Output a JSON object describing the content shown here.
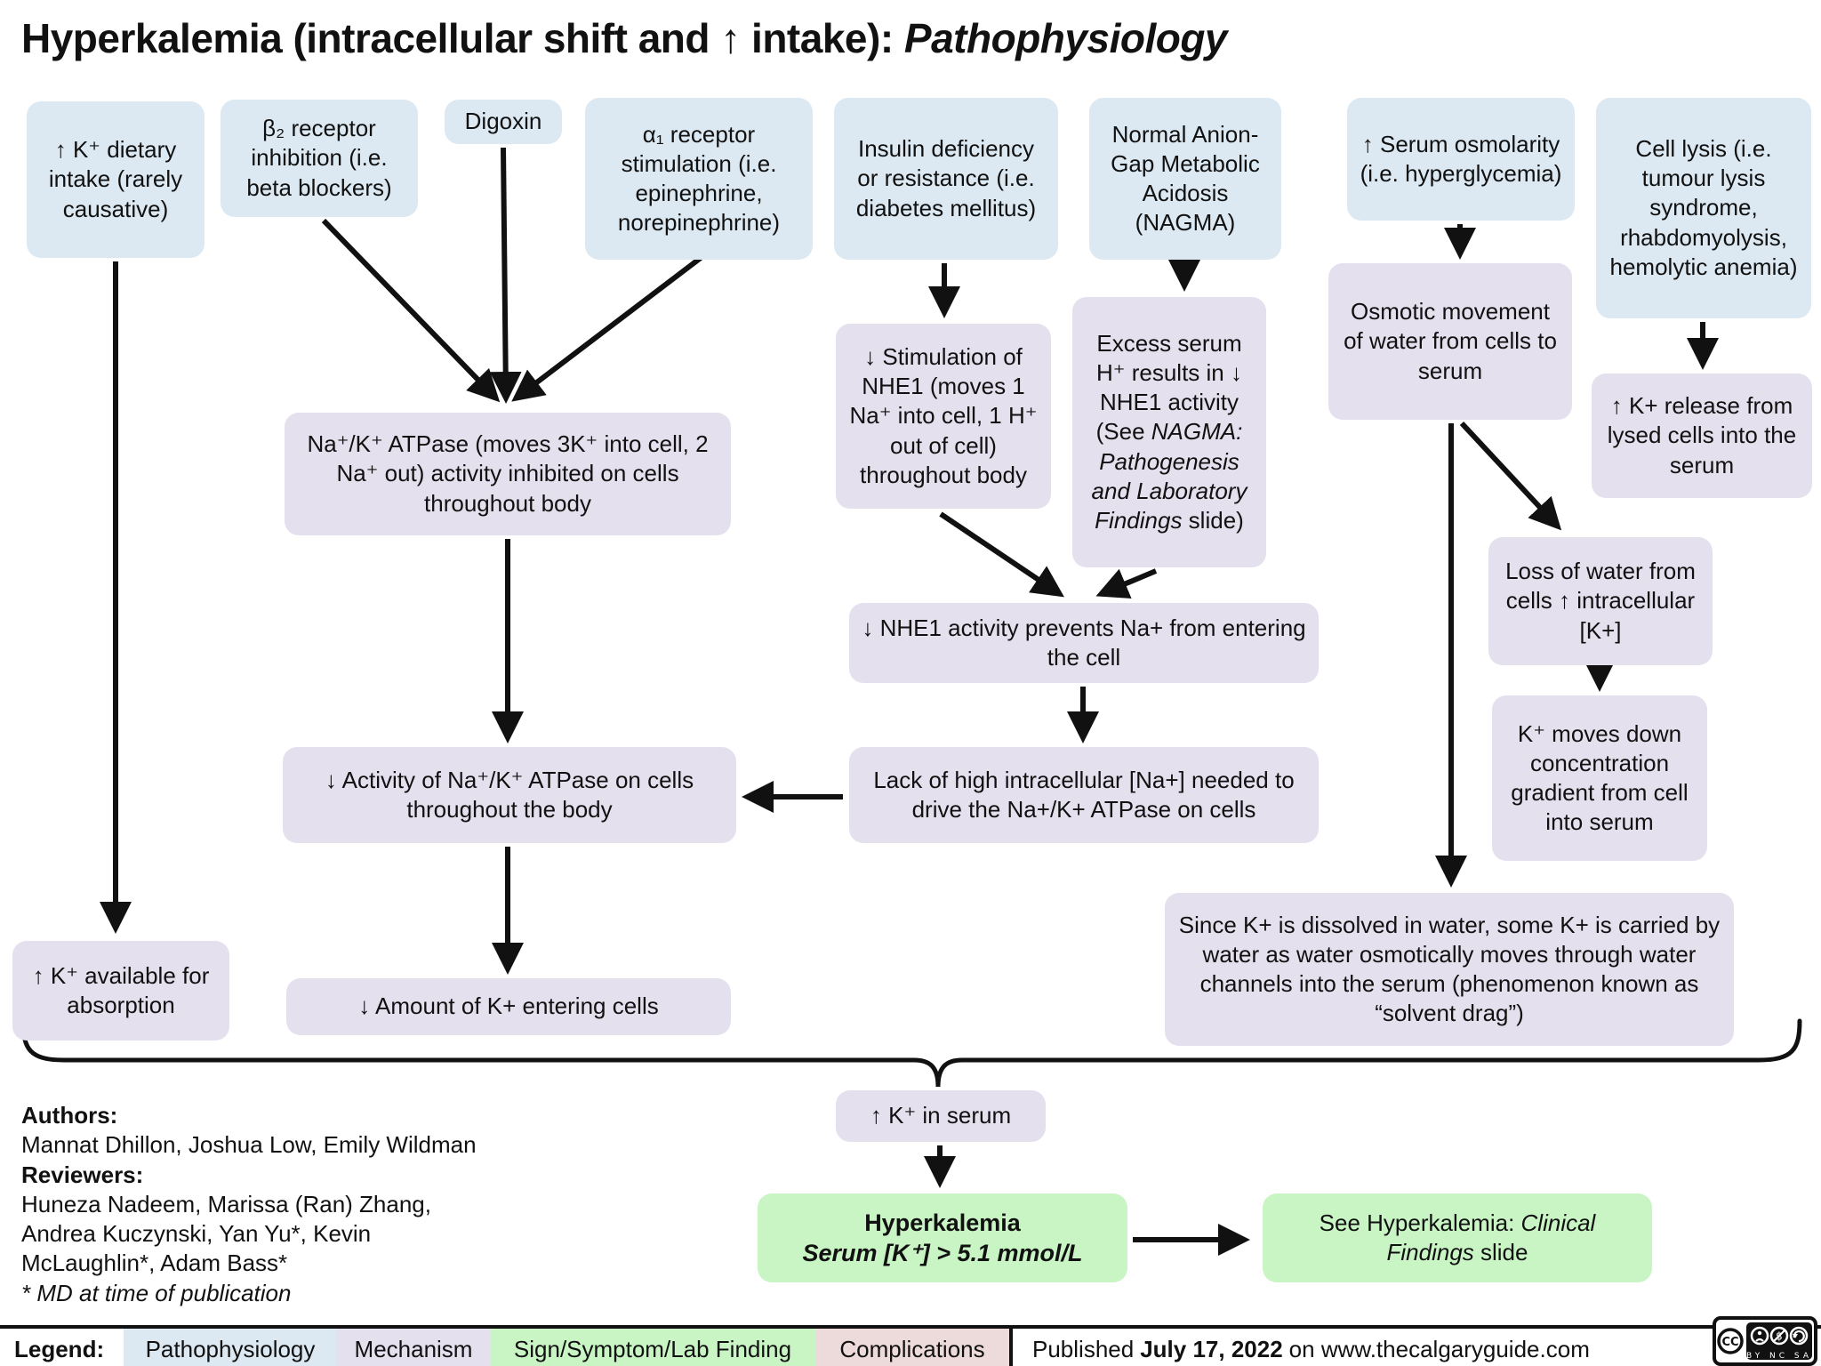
{
  "title": {
    "main": "Hyperkalemia (intracellular shift and ↑ intake): ",
    "italic": "Pathophysiology"
  },
  "colors": {
    "pathophysiology_blue": "#dce9f2",
    "mechanism_lavender": "#e4e0ed",
    "sign_symptom_green": "#c9f5c5",
    "complications_pink": "#eddada",
    "arrow_black": "#111111"
  },
  "nodes": {
    "k_dietary": {
      "text": "↑ K⁺ dietary intake (rarely causative)"
    },
    "beta2": {
      "text": "β₂ receptor inhibition (i.e. beta blockers)"
    },
    "digoxin": {
      "text": "Digoxin"
    },
    "alpha1": {
      "text": "α₁ receptor stimulation (i.e. epinephrine, norepinephrine)"
    },
    "insulin": {
      "text": "Insulin deficiency or resistance (i.e. diabetes mellitus)"
    },
    "nagma": {
      "text": "Normal Anion-Gap Metabolic Acidosis (NAGMA)"
    },
    "serum_osmolarity": {
      "text": "↑ Serum osmolarity (i.e. hyperglycemia)"
    },
    "cell_lysis": {
      "text": "Cell lysis (i.e. tumour lysis syndrome, rhabdomyolysis, hemolytic anemia)"
    },
    "atpase_inhibited": {
      "text": "Na⁺/K⁺ ATPase (moves 3K⁺ into cell, 2 Na⁺ out) activity inhibited on cells throughout body"
    },
    "stim_nhe1": {
      "text": "↓ Stimulation of NHE1 (moves 1 Na⁺ into cell, 1 H⁺ out of cell) throughout body"
    },
    "excess_serum_h": {
      "pre": "Excess serum H⁺ results in ↓ NHE1 activity (See ",
      "italic": "NAGMA: Pathogenesis and Laboratory Findings",
      "post": " slide)"
    },
    "osmotic_movement": {
      "text": "Osmotic movement of water from cells to serum"
    },
    "k_release": {
      "text": "↑ K+ release from lysed cells into the serum"
    },
    "nhe1_prevents": {
      "text": "↓ NHE1 activity prevents Na+ from entering the cell"
    },
    "loss_water": {
      "text": "Loss of water from cells ↑ intracellular [K+]"
    },
    "k_moves_down": {
      "text": "K⁺ moves down concentration gradient from cell into serum"
    },
    "atpase_activity": {
      "text": "↓ Activity of Na⁺/K⁺ ATPase on cells throughout the body"
    },
    "lack_na": {
      "text": "Lack of high intracellular [Na+] needed to drive the Na+/K+ ATPase on cells"
    },
    "k_available": {
      "text": "↑ K⁺ available for absorption"
    },
    "k_entering": {
      "text": "↓ Amount of K+ entering cells"
    },
    "solvent_drag": {
      "text": "Since K+ is dissolved in water, some K+ is carried by water as water osmotically moves through water channels into the serum (phenomenon known as “solvent drag”)"
    },
    "k_in_serum": {
      "text": "↑ K⁺ in serum"
    },
    "hyperkalemia": {
      "line1": "Hyperkalemia",
      "line2": "Serum [K⁺] > 5.1 mmol/L"
    },
    "see_slide": {
      "pre": "See Hyperkalemia: ",
      "italic": "Clinical Findings",
      "post": " slide"
    }
  },
  "credits": {
    "authors_label": "Authors:",
    "authors": "Mannat Dhillon, Joshua Low, Emily Wildman",
    "reviewers_label": "Reviewers:",
    "reviewers_lines": [
      "Huneza Nadeem, Marissa (Ran) Zhang,",
      "Andrea Kuczynski, Yan Yu*, Kevin",
      "McLaughlin*, Adam Bass*"
    ],
    "note": "* MD at time of publication"
  },
  "legend": {
    "label": "Legend:",
    "items": [
      {
        "label": "Pathophysiology",
        "color": "#dce9f2"
      },
      {
        "label": "Mechanism",
        "color": "#e4e0ed"
      },
      {
        "label": "Sign/Symptom/Lab Finding",
        "color": "#c9f5c5"
      },
      {
        "label": "Complications",
        "color": "#eddada"
      }
    ],
    "published_pre": "Published",
    "published_date": "July 17, 2022",
    "published_post": "on www.thecalgaryguide.com"
  },
  "license": {
    "cc": "CC",
    "codes": "BY NC SA"
  }
}
